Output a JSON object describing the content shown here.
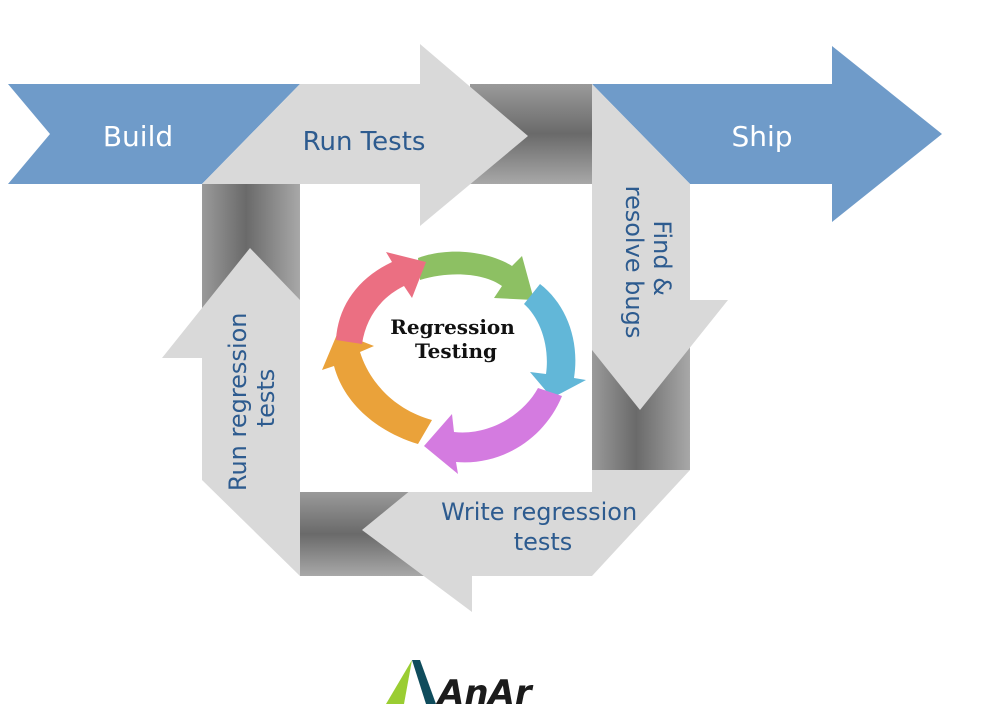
{
  "diagram": {
    "steps": {
      "build": "Build",
      "run_tests": "Run Tests",
      "ship": "Ship",
      "find_resolve": [
        "Find &",
        "resolve bugs"
      ],
      "write_regression": [
        "Write regression",
        "tests"
      ],
      "run_regression": [
        "Run regression",
        "tests"
      ]
    },
    "center": [
      "Regression",
      "Testing"
    ],
    "logo": "AnAr"
  },
  "colors": {
    "blue_arrow": "#6f9bc9",
    "grey_arrow": "#d9d9d9",
    "label_blue_text": "#ffffff",
    "label_grey_text": "#2d5b8f",
    "cycle": [
      "#8dc063",
      "#62b7d8",
      "#d47be0",
      "#eaa23a",
      "#eb6f82"
    ],
    "logo_accent": [
      "#9acd32",
      "#0f4c5c"
    ]
  }
}
